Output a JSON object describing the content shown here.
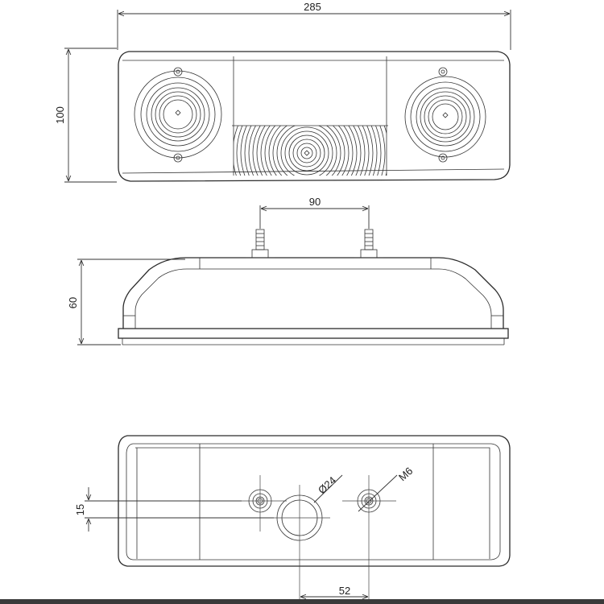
{
  "dimensions": {
    "width": "285",
    "height": "100",
    "bolt_spacing": "90",
    "depth": "60",
    "offset": "15",
    "hole_diameter": "Ø24",
    "thread": "M6",
    "hole_spacing": "52"
  },
  "colors": {
    "line": "#2b2b2b",
    "background": "#ffffff"
  }
}
